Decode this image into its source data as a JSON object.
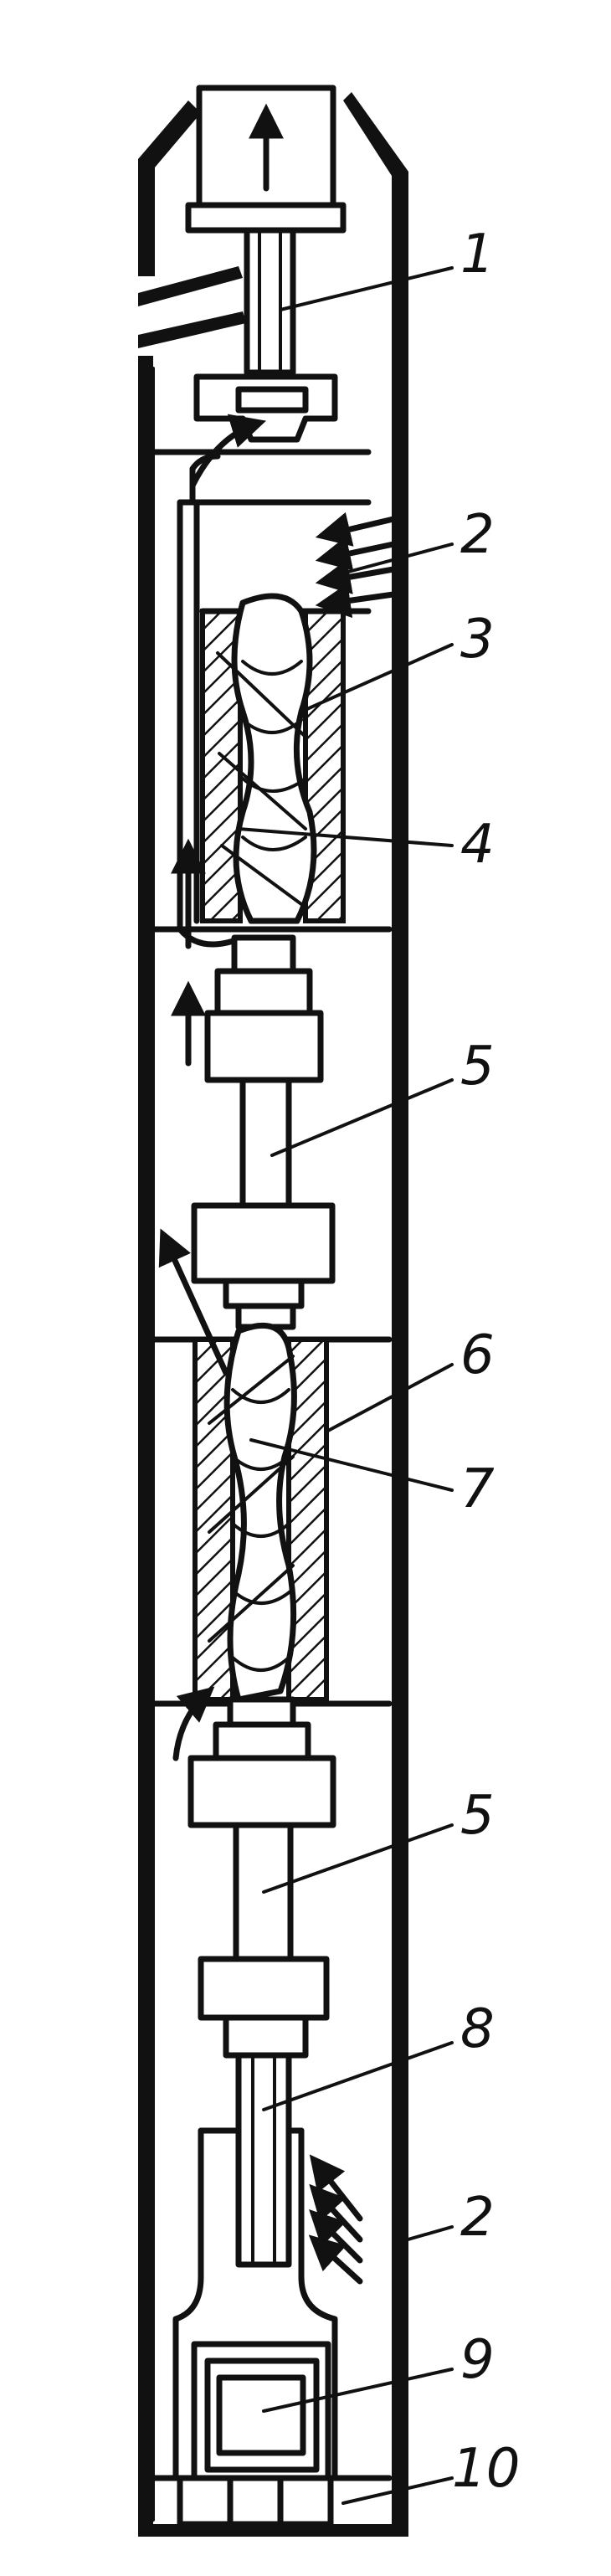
{
  "labels": [
    {
      "id": "discharge-valve",
      "text": "1"
    },
    {
      "id": "screen-upper",
      "text": "2"
    },
    {
      "id": "stator-upper",
      "text": "3"
    },
    {
      "id": "rotor-upper",
      "text": "4"
    },
    {
      "id": "hinge-shaft-upper",
      "text": "5"
    },
    {
      "id": "stator-lower",
      "text": "6"
    },
    {
      "id": "rotor-lower",
      "text": "7"
    },
    {
      "id": "hinge-shaft-lower",
      "text": "5"
    },
    {
      "id": "coupling",
      "text": "8"
    },
    {
      "id": "screen-lower",
      "text": "2"
    },
    {
      "id": "bearing",
      "text": "9"
    },
    {
      "id": "base",
      "text": "10"
    }
  ]
}
